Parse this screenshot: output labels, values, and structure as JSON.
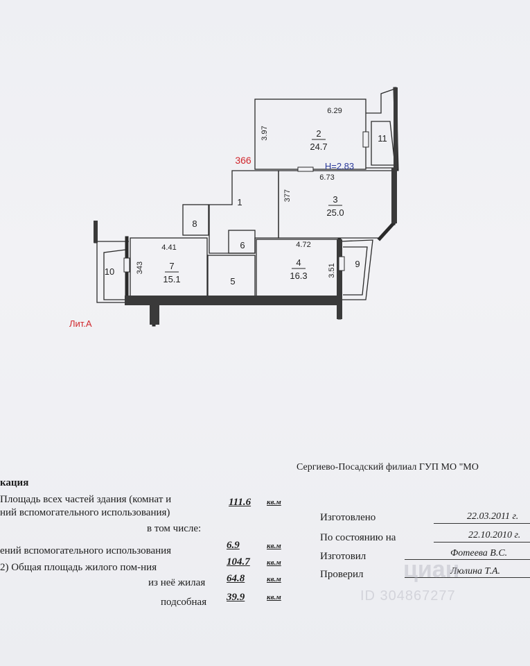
{
  "plan": {
    "rooms": [
      {
        "id": "2",
        "area": "24.7",
        "width": "6.29",
        "height": "3.97"
      },
      {
        "id": "3",
        "area": "25.0",
        "width": "6.73",
        "height": "377"
      },
      {
        "id": "4",
        "area": "16.3",
        "width": "4.72",
        "height": "3.51"
      },
      {
        "id": "7",
        "area": "15.1",
        "width": "4.41",
        "height": "343"
      },
      {
        "id": "1"
      },
      {
        "id": "5"
      },
      {
        "id": "6"
      },
      {
        "id": "8"
      },
      {
        "id": "9"
      },
      {
        "id": "10"
      },
      {
        "id": "11"
      }
    ],
    "door_dim": "366",
    "ceiling_height": "H=2.83",
    "letter_label": "Лит.А"
  },
  "org": "Сергиево-Посадский филиал ГУП МО \"МО",
  "section_title": "кация",
  "explication": {
    "line1a": "Площадь всех частей здания (комнат и",
    "line1b": "ний вспомогательного использования)",
    "line1_value": "111.6",
    "incl": "в том числе:",
    "line2": "ений вспомогательного использования",
    "line2_value": "6.9",
    "line3": "2) Общая площадь жилого пом-ния",
    "line3_value": "104.7",
    "line4": "из неё жилая",
    "line4_value": "64.8",
    "line5": "подсобная",
    "line5_value": "39.9",
    "unit": "кв.м"
  },
  "meta": {
    "made_label": "Изготовлено",
    "made_value": "22.03.2011 г.",
    "state_label": "По состоянию на",
    "state_value": "22.10.2010 г.",
    "maker_label": "Изготовил",
    "maker_value": "Фотеева В.С.",
    "checker_label": "Проверил",
    "checker_value": "Люлина Т.А."
  },
  "watermark": {
    "brand": "циан",
    "id": "ID 304867277"
  },
  "colors": {
    "wall": "#2a2a2a",
    "red": "#d0262b",
    "blue": "#2b3a9a"
  }
}
